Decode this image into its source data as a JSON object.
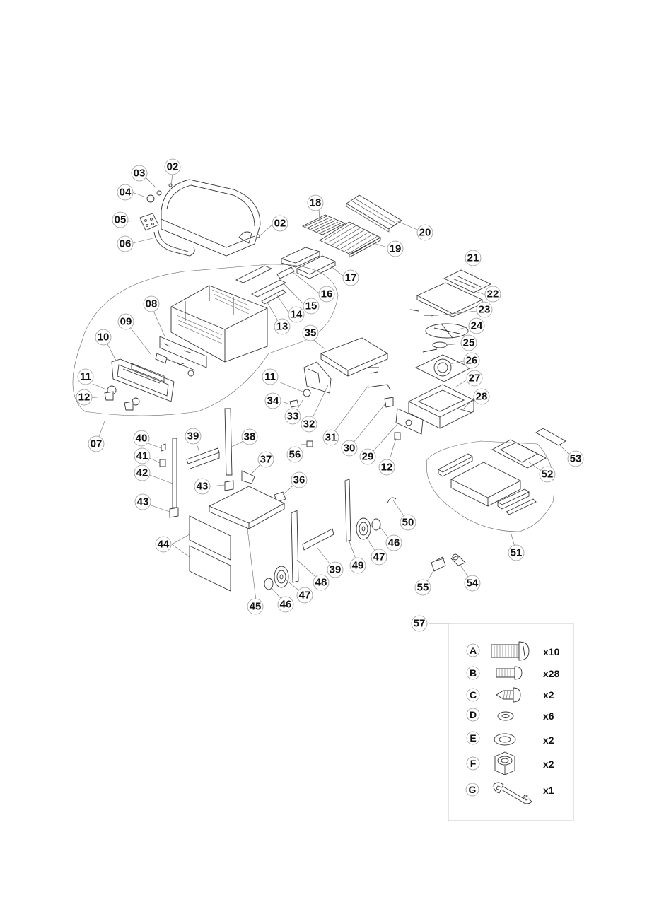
{
  "parts": [
    {
      "id": "p02a",
      "label": "02"
    },
    {
      "id": "p03",
      "label": "03"
    },
    {
      "id": "p04",
      "label": "04"
    },
    {
      "id": "p05",
      "label": "05"
    },
    {
      "id": "p06",
      "label": "06"
    },
    {
      "id": "p02b",
      "label": "02"
    },
    {
      "id": "p18",
      "label": "18"
    },
    {
      "id": "p20",
      "label": "20"
    },
    {
      "id": "p19",
      "label": "19"
    },
    {
      "id": "p17",
      "label": "17"
    },
    {
      "id": "p21",
      "label": "21"
    },
    {
      "id": "p22",
      "label": "22"
    },
    {
      "id": "p23",
      "label": "23"
    },
    {
      "id": "p24",
      "label": "24"
    },
    {
      "id": "p25",
      "label": "25"
    },
    {
      "id": "p26",
      "label": "26"
    },
    {
      "id": "p27",
      "label": "27"
    },
    {
      "id": "p28",
      "label": "28"
    },
    {
      "id": "p16",
      "label": "16"
    },
    {
      "id": "p15",
      "label": "15"
    },
    {
      "id": "p14",
      "label": "14"
    },
    {
      "id": "p13",
      "label": "13"
    },
    {
      "id": "p08",
      "label": "08"
    },
    {
      "id": "p09",
      "label": "09"
    },
    {
      "id": "p10",
      "label": "10"
    },
    {
      "id": "p11a",
      "label": "11"
    },
    {
      "id": "p12a",
      "label": "12"
    },
    {
      "id": "p07",
      "label": "07"
    },
    {
      "id": "p35",
      "label": "35"
    },
    {
      "id": "p11b",
      "label": "11"
    },
    {
      "id": "p34",
      "label": "34"
    },
    {
      "id": "p33",
      "label": "33"
    },
    {
      "id": "p32",
      "label": "32"
    },
    {
      "id": "p31",
      "label": "31"
    },
    {
      "id": "p30",
      "label": "30"
    },
    {
      "id": "p29",
      "label": "29"
    },
    {
      "id": "p12b",
      "label": "12"
    },
    {
      "id": "p40",
      "label": "40"
    },
    {
      "id": "p39a",
      "label": "39"
    },
    {
      "id": "p38",
      "label": "38"
    },
    {
      "id": "p41",
      "label": "41"
    },
    {
      "id": "p42",
      "label": "42"
    },
    {
      "id": "p37",
      "label": "37"
    },
    {
      "id": "p56",
      "label": "56"
    },
    {
      "id": "p43a",
      "label": "43"
    },
    {
      "id": "p36",
      "label": "36"
    },
    {
      "id": "p43b",
      "label": "43"
    },
    {
      "id": "p44",
      "label": "44"
    },
    {
      "id": "p39b",
      "label": "39"
    },
    {
      "id": "p48",
      "label": "48"
    },
    {
      "id": "p47a",
      "label": "47"
    },
    {
      "id": "p46a",
      "label": "46"
    },
    {
      "id": "p45",
      "label": "45"
    },
    {
      "id": "p49",
      "label": "49"
    },
    {
      "id": "p47b",
      "label": "47"
    },
    {
      "id": "p46b",
      "label": "46"
    },
    {
      "id": "p50",
      "label": "50"
    },
    {
      "id": "p53",
      "label": "53"
    },
    {
      "id": "p52",
      "label": "52"
    },
    {
      "id": "p51",
      "label": "51"
    },
    {
      "id": "p55",
      "label": "55"
    },
    {
      "id": "p54",
      "label": "54"
    },
    {
      "id": "p57",
      "label": "57"
    }
  ],
  "hardware": [
    {
      "letter": "A",
      "qty": "x10",
      "icon": "large-bolt-icon"
    },
    {
      "letter": "B",
      "qty": "x28",
      "icon": "small-bolt-icon"
    },
    {
      "letter": "C",
      "qty": "x2",
      "icon": "tapping-screw-icon"
    },
    {
      "letter": "D",
      "qty": "x6",
      "icon": "washer-icon"
    },
    {
      "letter": "E",
      "qty": "x2",
      "icon": "washer-icon"
    },
    {
      "letter": "F",
      "qty": "x2",
      "icon": "nut-icon"
    },
    {
      "letter": "G",
      "qty": "x1",
      "icon": "wrench-icon"
    }
  ]
}
